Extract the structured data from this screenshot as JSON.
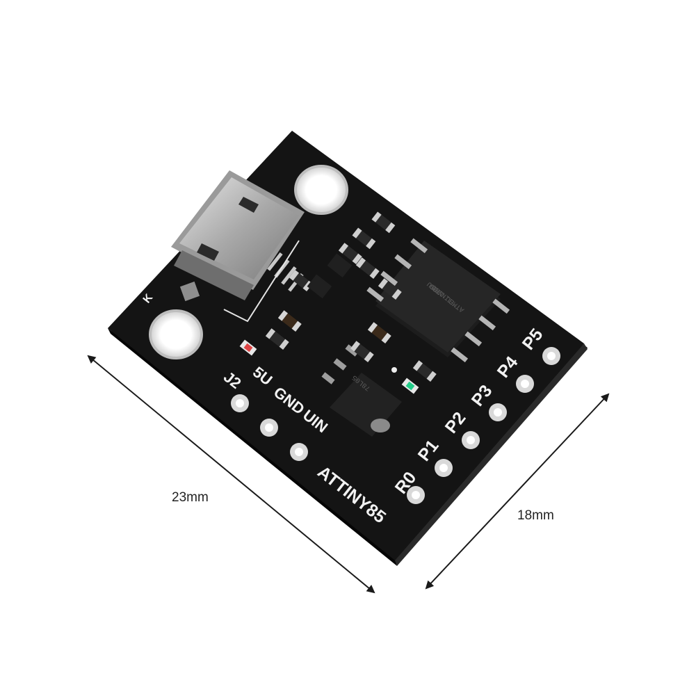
{
  "dimensions": {
    "width_label": "23mm",
    "height_label": "18mm"
  },
  "board": {
    "title": "ATTINY85",
    "left_pins": [
      "J2",
      "5U",
      "GND",
      "UIN"
    ],
    "right_pins": [
      "R0",
      "P1",
      "P2",
      "P3",
      "P4",
      "P5"
    ],
    "corner_mark": "K",
    "chip_marking": [
      "ATMEL 1730",
      "TINY85",
      "20SU"
    ],
    "regulator_marking": "78L05",
    "colors": {
      "pcb": "#121212",
      "silkscreen": "#f2f2f2",
      "pad": "#d9d9d9",
      "usb_metal": "#b8b8b8",
      "arrow": "#1a1a1a"
    }
  }
}
